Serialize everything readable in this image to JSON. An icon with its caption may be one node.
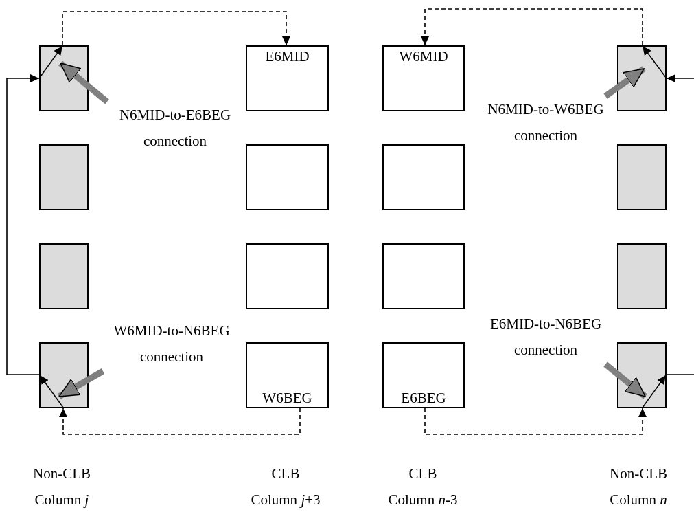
{
  "diagram": {
    "nodes": [
      {
        "text": [],
        "shape": "box"
      },
      {
        "text": [
          "E6MID"
        ]
      },
      {
        "text": [
          "W6MID"
        ]
      },
      {
        "text": [],
        "shape": "box"
      },
      {
        "text": [],
        "shape": "box"
      },
      {
        "text": [],
        "shape": "box"
      },
      {
        "text": [],
        "shape": "box"
      },
      {
        "text": [],
        "shape": "box"
      },
      {
        "text": [],
        "shape": "box"
      },
      {
        "text": [],
        "shape": "box"
      },
      {
        "text": [],
        "shape": "box"
      },
      {
        "text": [],
        "shape": "box"
      },
      {
        "text": [],
        "shape": "box"
      },
      {
        "text": [
          "W6BEG"
        ]
      },
      {
        "text": [
          "E6BEG"
        ]
      },
      {
        "text": [],
        "shape": "box"
      },
      {
        "text": [
          "N6MID-to-E6BEG connection"
        ]
      },
      {
        "text": [
          "N6MID-to-W6BEG connection"
        ]
      },
      {
        "text": [
          "W6MID-to-N6BEG connection"
        ]
      },
      {
        "text": [
          "E6MID-to-N6BEG connection"
        ]
      }
    ],
    "edges": [
      {
        "from": 0,
        "to": 1,
        "arrow": "to",
        "style": "dashed"
      },
      {
        "from": 3,
        "to": 2,
        "arrow": "to",
        "style": "dashed"
      },
      {
        "from": 12,
        "to": 0,
        "arrow": "to"
      },
      {
        "from": null,
        "to": 3,
        "arrow": "to"
      },
      {
        "from": 13,
        "to": 12,
        "arrow": "to",
        "style": "dashed"
      },
      {
        "from": 14,
        "to": 15,
        "arrow": "to",
        "style": "dashed"
      },
      {
        "from": 15,
        "to": null,
        "arrow": "none"
      },
      {
        "from": 16,
        "to": 0,
        "arrow": "to",
        "style": "thick",
        "color": "#808080"
      },
      {
        "from": 17,
        "to": 3,
        "arrow": "to",
        "style": "thick",
        "color": "#808080"
      },
      {
        "from": 18,
        "to": 12,
        "arrow": "to",
        "style": "thick",
        "color": "#808080"
      },
      {
        "from": 19,
        "to": 15,
        "arrow": "to",
        "style": "thick",
        "color": "#808080"
      }
    ],
    "labels": [
      "Non-CLB Column *j*",
      "CLB Column *j*+3",
      "CLB Column *n*-3",
      "Non-CLB Column *n*"
    ]
  }
}
